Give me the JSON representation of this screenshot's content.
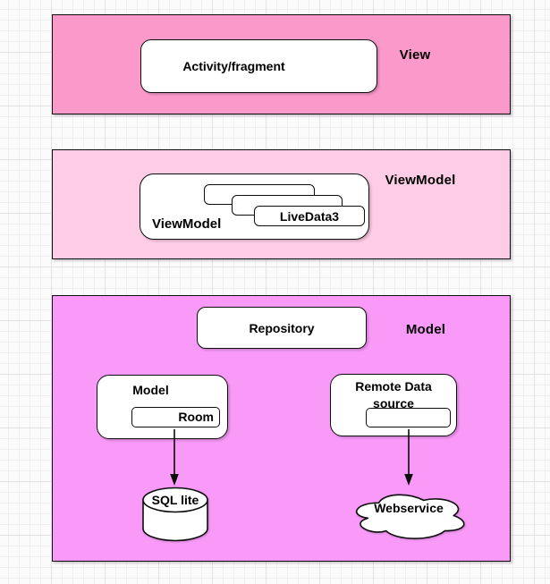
{
  "colors": {
    "view_layer_fill": "#fc99cb",
    "viewmodel_layer_fill": "#fdcde5",
    "model_layer_fill": "#f99af9",
    "node_fill": "#ffffff",
    "stroke_color": "#0d0d0d"
  },
  "layers": {
    "view": {
      "label": "View"
    },
    "viewmodel": {
      "label": "ViewModel"
    },
    "model": {
      "label": "Model"
    }
  },
  "nodes": {
    "activity_fragment": "Activity/fragment",
    "viewmodel_container": "ViewModel",
    "livedata": "LiveData3",
    "repository": "Repository",
    "model_local": "Model",
    "room": "Room",
    "remote_data_source": "Remote Data\nsource",
    "sql_lite": "SQL lite",
    "webservice": "Webservice"
  },
  "edges": [
    {
      "from": "Room",
      "to": "SQL lite"
    },
    {
      "from": "Remote Data source",
      "to": "Webservice"
    }
  ]
}
